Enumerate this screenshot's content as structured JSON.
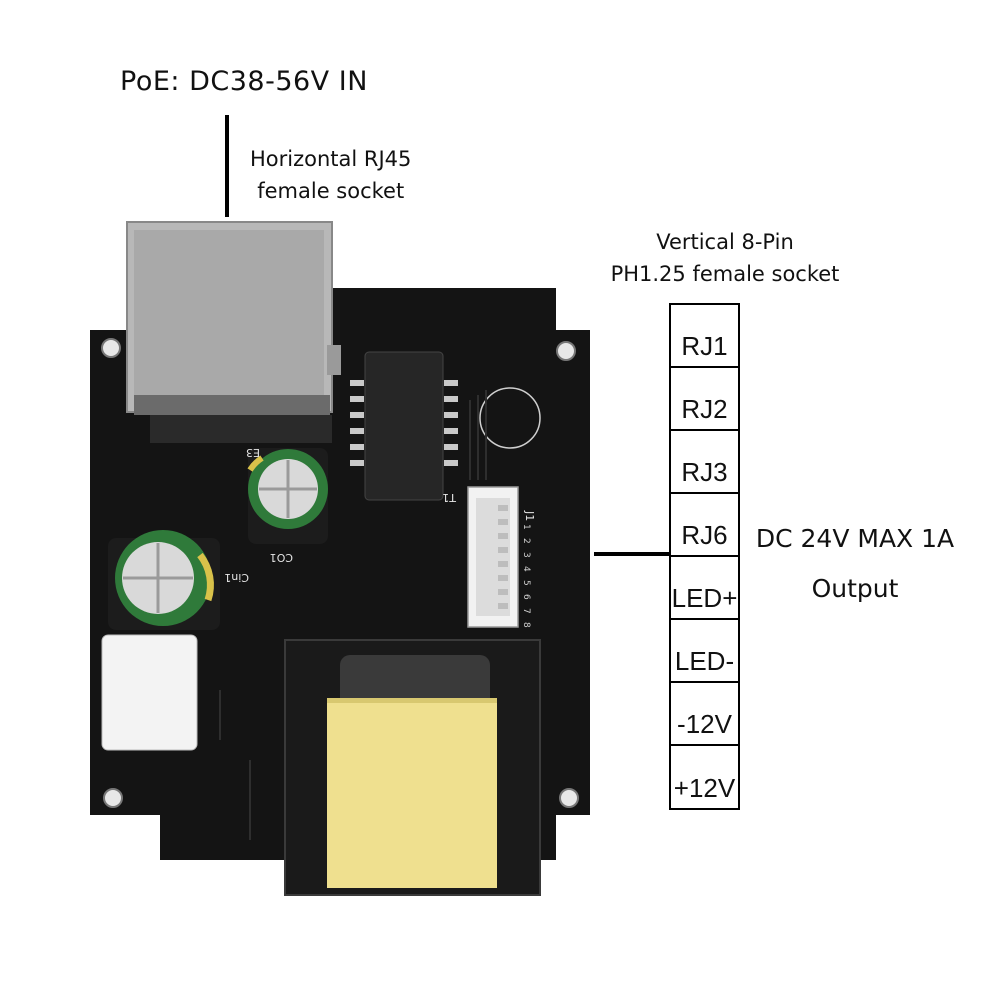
{
  "title": "PoE: DC38-56V IN",
  "rj45_label": [
    "Horizontal RJ45",
    "female socket"
  ],
  "connector_label": [
    "Vertical 8-Pin",
    "PH1.25 female socket"
  ],
  "pins": [
    "RJ1",
    "RJ2",
    "RJ3",
    "RJ6",
    "LED+",
    "LED-",
    "-12V",
    "+12V"
  ],
  "output_label": [
    "DC 24V MAX 1A",
    "Output"
  ],
  "silkscreen": {
    "t1": "T1",
    "cin1": "Cin1",
    "co1": "CO1",
    "e3": "E3",
    "j1": "J1",
    "pin_numbers": [
      "1",
      "2",
      "3",
      "4",
      "5",
      "6",
      "7",
      "8"
    ]
  },
  "colors": {
    "pcb": "#141414",
    "rj45_metal": "#b8b8b8",
    "transformer_tape": "#efe08f",
    "capacitor_sleeve": "#2f7a3a"
  }
}
